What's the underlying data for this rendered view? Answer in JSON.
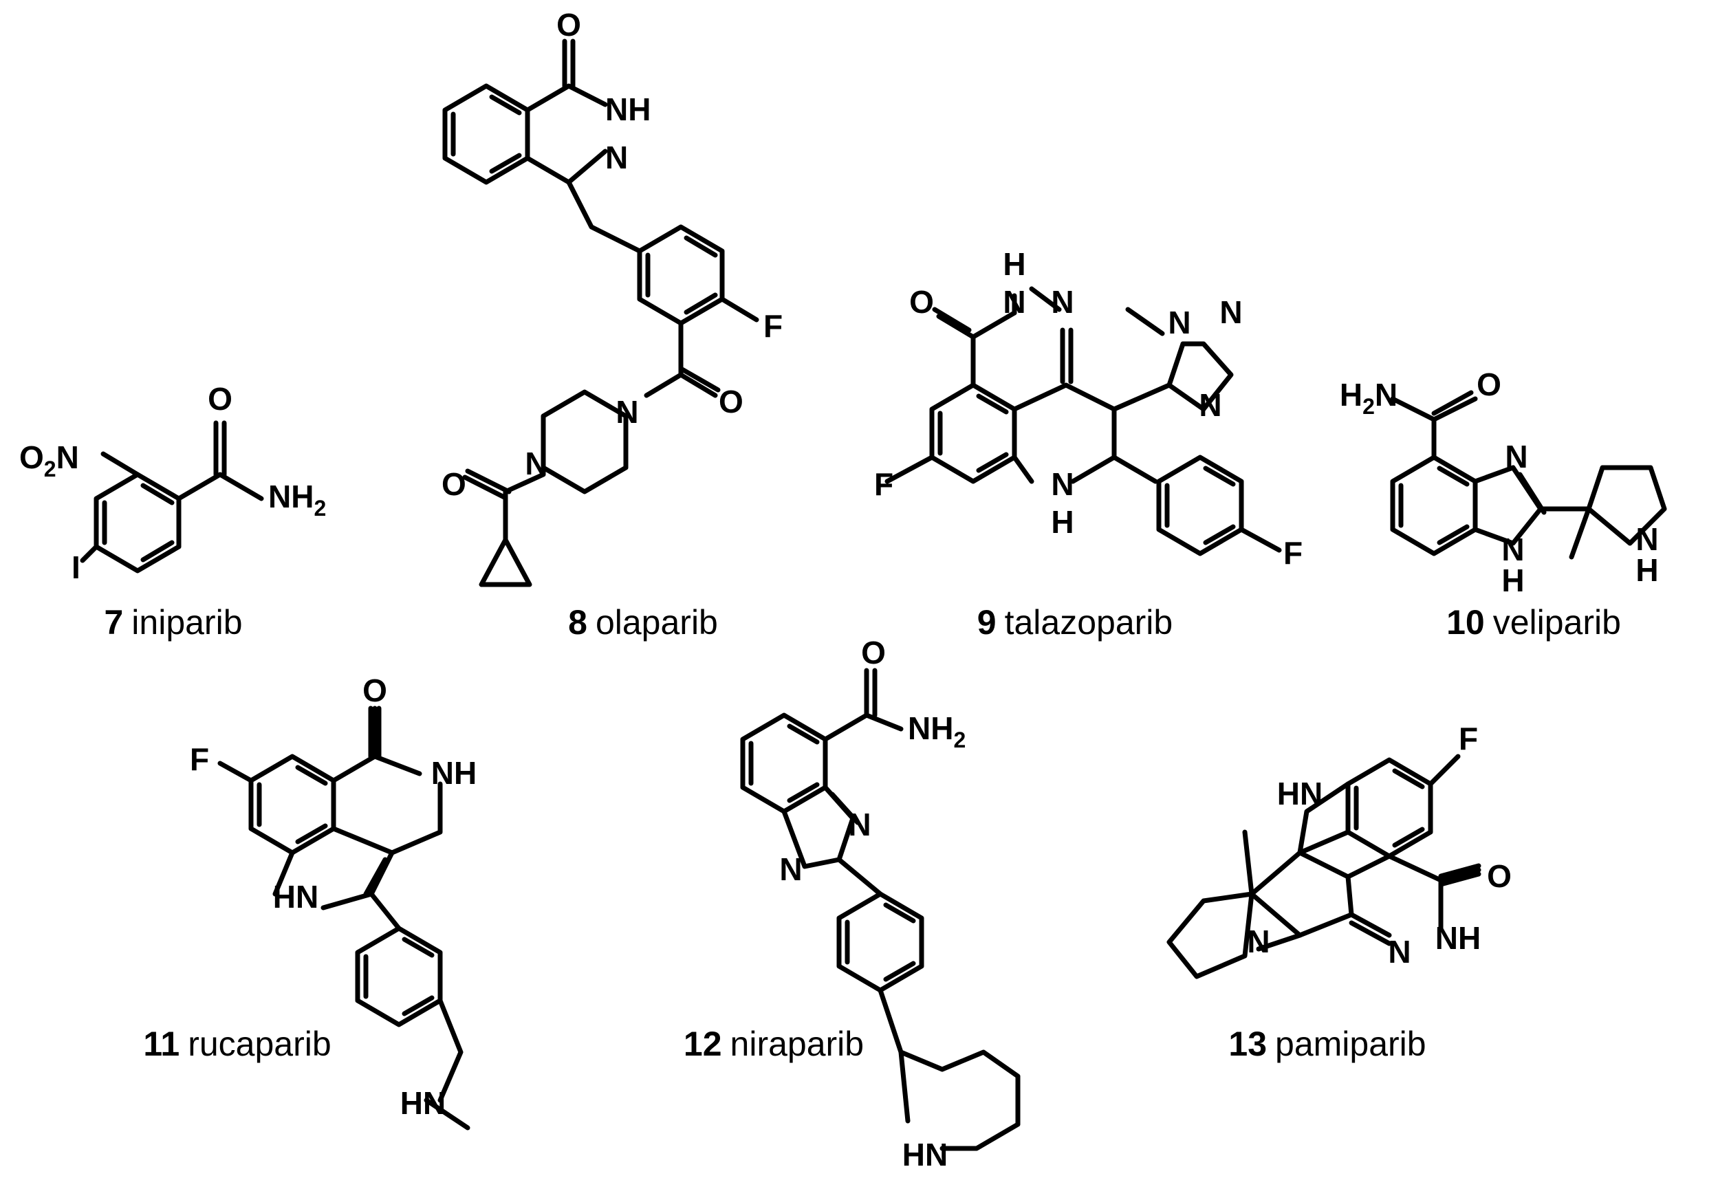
{
  "figure": {
    "title": "",
    "compounds": [
      {
        "key": "c7",
        "number": "7",
        "name": "iniparib"
      },
      {
        "key": "c8",
        "number": "8",
        "name": "olaparib"
      },
      {
        "key": "c9",
        "number": "9",
        "name": "talazoparib"
      },
      {
        "key": "c10",
        "number": "10",
        "name": "veliparib"
      },
      {
        "key": "c11",
        "number": "11",
        "name": "rucaparib"
      },
      {
        "key": "c12",
        "number": "12",
        "name": "niraparib"
      },
      {
        "key": "c13",
        "number": "13",
        "name": "pamiparib"
      }
    ],
    "atoms": {
      "O": "O",
      "N": "N",
      "F": "F",
      "I": "I",
      "H": "H",
      "NH": "NH",
      "HN": "HN",
      "NH2": "NH",
      "H2N": "H",
      "O2N": "O",
      "sub2": "2",
      "N2": "N"
    }
  }
}
